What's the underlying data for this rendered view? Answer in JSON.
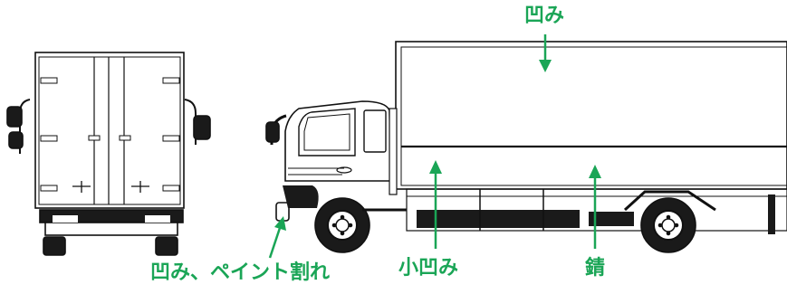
{
  "labels": {
    "top_dent": "凹み",
    "front_damage": "凹み、ペイント割れ",
    "small_dent": "小凹み",
    "rust": "錆"
  },
  "colors": {
    "annotation": "#1aa556",
    "line": "#111111",
    "fill": "#ffffff",
    "dark": "#1a1a1a"
  }
}
